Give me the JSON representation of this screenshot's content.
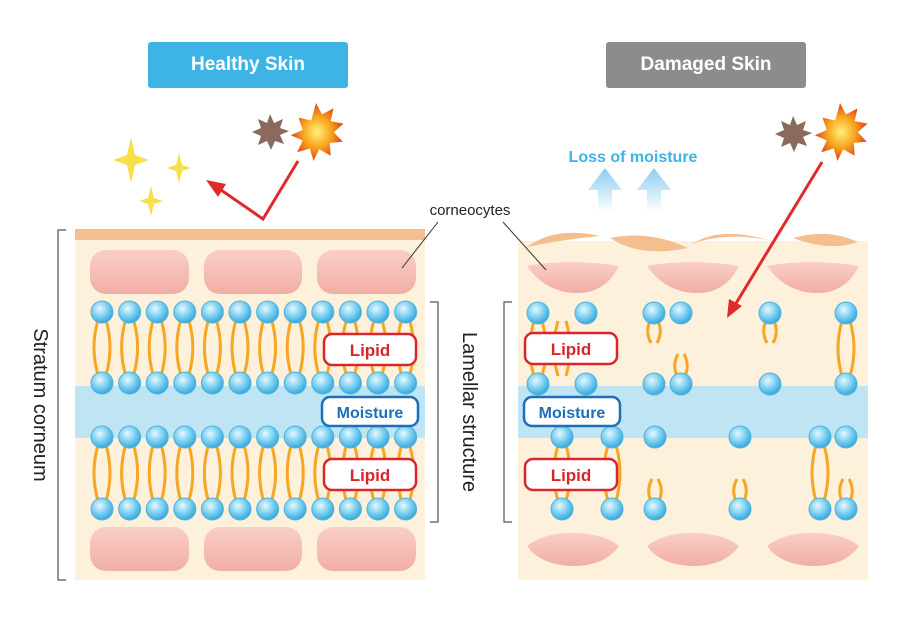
{
  "panels": {
    "healthy": {
      "title": "Healthy Skin"
    },
    "damaged": {
      "title": "Damaged Skin"
    }
  },
  "labels": {
    "corneocytes": "corneocytes",
    "stratum_corneum": "Stratum corneum",
    "lamellar_structure": "Lamellar structure",
    "loss_of_moisture": "Loss of moisture",
    "lipid": "Lipid",
    "moisture": "Moisture"
  },
  "colors": {
    "healthy_title_bg": "#3db3e6",
    "damaged_title_bg": "#8c8c8c",
    "skin_background": "#fdf1dc",
    "corneocyte_fill": "#f4b8ae",
    "lipid_head": "#5cc3ee",
    "lipid_tail": "#f5a623",
    "moisture_band": "#bfe4f4",
    "lipid_label_border": "#d9262c",
    "moisture_label_border": "#1d6fb8",
    "arrow_red": "#e02a2a",
    "sparkle_yellow": "#f7df4d",
    "loss_arrow_blue": "#9fd3f2"
  },
  "icons": [
    "sun-icon",
    "dark-sun-icon",
    "sparkle-icon",
    "uv-arrow-icon",
    "moisture-up-arrow-icon"
  ]
}
